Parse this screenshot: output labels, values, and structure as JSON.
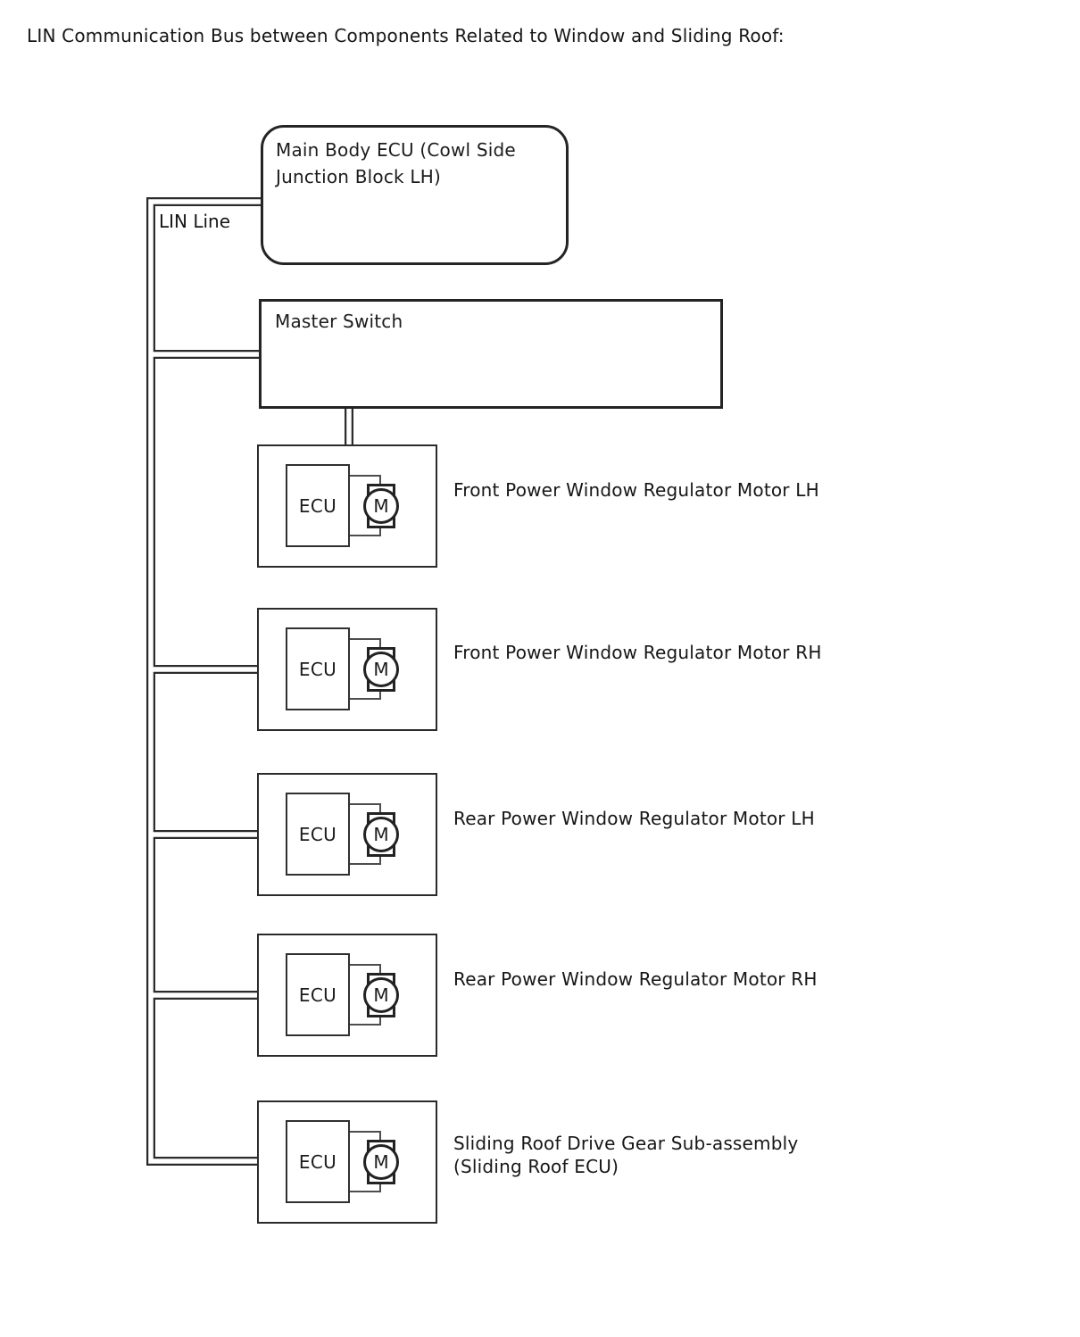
{
  "title": "LIN Communication Bus between Components Related to Window and Sliding Roof:",
  "bus": {
    "label": "LIN Line"
  },
  "nodes": {
    "main_body_ecu": {
      "label": "Main Body ECU (Cowl Side Junction Block LH)"
    },
    "master_switch": {
      "label": "Master Switch"
    }
  },
  "components": [
    {
      "inner": "ECU",
      "motor": "M",
      "label": "Front Power Window Regulator Motor LH"
    },
    {
      "inner": "ECU",
      "motor": "M",
      "label": "Front Power Window Regulator Motor RH"
    },
    {
      "inner": "ECU",
      "motor": "M",
      "label": "Rear Power Window Regulator Motor LH"
    },
    {
      "inner": "ECU",
      "motor": "M",
      "label": "Rear Power Window Regulator Motor RH"
    },
    {
      "inner": "ECU",
      "motor": "M",
      "label": "Sliding Roof Drive Gear Sub-assembly (Sliding Roof ECU)"
    }
  ],
  "colors": {
    "line": "#2b2b2b",
    "text": "#1c1c1c",
    "background": "#ffffff"
  }
}
